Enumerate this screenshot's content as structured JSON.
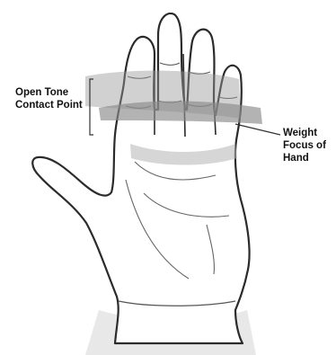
{
  "labels": {
    "open_tone": {
      "line1": "Open Tone",
      "line2": "Contact Point"
    },
    "weight_focus": {
      "line1": "Weight",
      "line2": "Focus of",
      "line3": "Hand"
    }
  },
  "colors": {
    "band": "#9a9a9a",
    "outline": "#2b2b2b",
    "shade": "#b5b5b5"
  }
}
